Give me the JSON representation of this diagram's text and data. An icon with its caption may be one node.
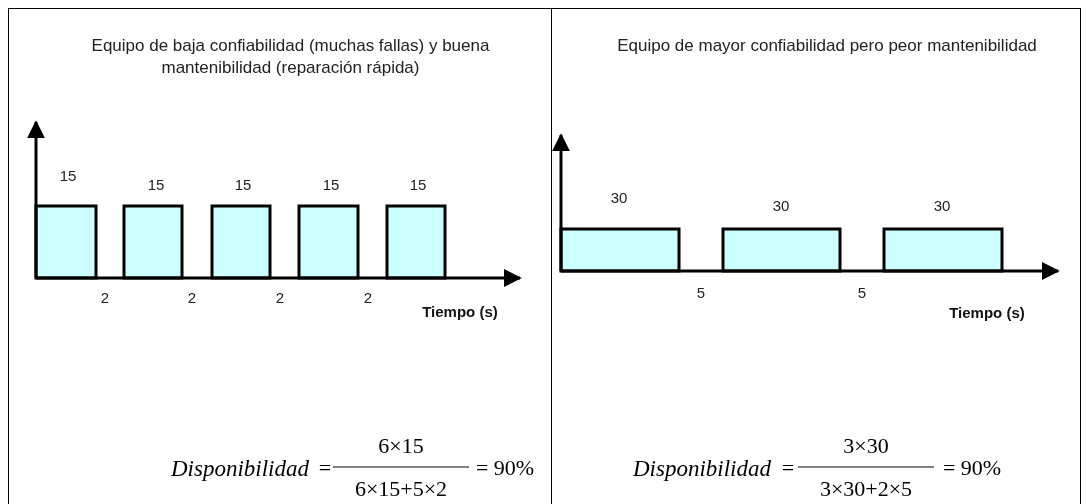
{
  "diagram": {
    "nodes": [
      {
        "text": [
          "Equipo de baja confiabilidad (muchas fallas) y buena mantenibilidad (reparación rápida)"
        ]
      },
      {
        "text": [
          "Equipo de mayor confiabilidad pero peor mantenibilidad"
        ]
      }
    ],
    "labels": [
      "15",
      "15",
      "15",
      "15",
      "15",
      "2",
      "2",
      "2",
      "2",
      "Tiempo (s)",
      "Disponibilidad",
      "=",
      "6×15",
      "6×15+5×2",
      "= 90%",
      "30",
      "30",
      "30",
      "5",
      "5",
      "Tiempo (s)",
      "Disponibilidad",
      "=",
      "3×30",
      "3×30+2×5",
      "= 90%"
    ]
  }
}
